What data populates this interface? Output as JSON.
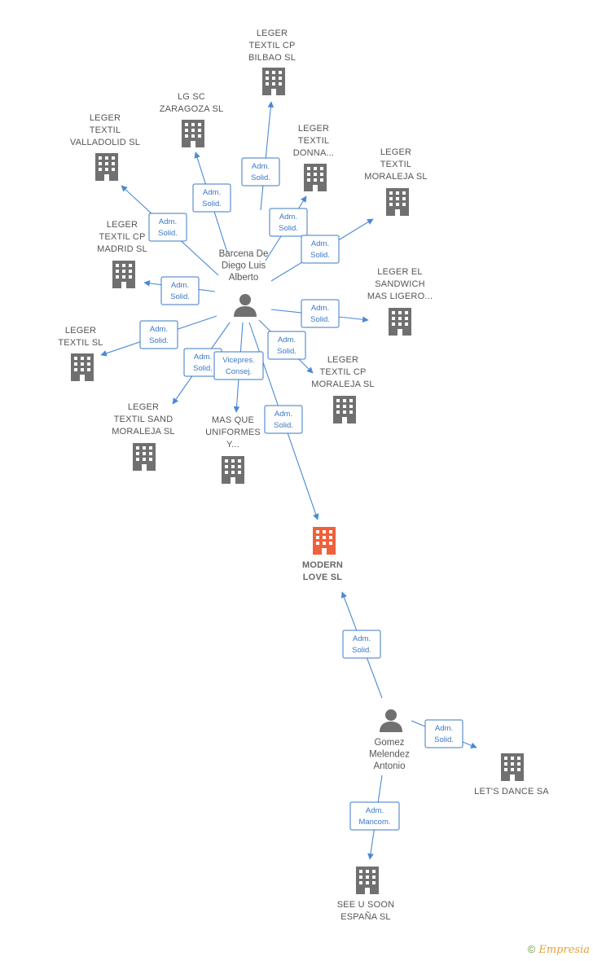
{
  "colors": {
    "edge": "#4a8ad6",
    "role": "#3a78c4",
    "building": "#707070",
    "focus": "#f0603a",
    "person": "#707070"
  },
  "companies": [
    {
      "id": "bilbao",
      "label": [
        "LEGER",
        "TEXTIL CP",
        "BILBAO SL"
      ],
      "icon": "building-icon"
    },
    {
      "id": "zaragoza",
      "label": [
        "LG SC",
        "ZARAGOZA SL"
      ],
      "icon": "building-icon"
    },
    {
      "id": "valladolid",
      "label": [
        "LEGER",
        "TEXTIL",
        "VALLADOLID SL"
      ],
      "icon": "building-icon"
    },
    {
      "id": "donna",
      "label": [
        "LEGER",
        "TEXTIL",
        "DONNA..."
      ],
      "icon": "building-icon"
    },
    {
      "id": "moraleja",
      "label": [
        "LEGER",
        "TEXTIL",
        "MORALEJA SL"
      ],
      "icon": "building-icon"
    },
    {
      "id": "madrid",
      "label": [
        "LEGER",
        "TEXTIL CP",
        "MADRID SL"
      ],
      "icon": "building-icon"
    },
    {
      "id": "sandwich",
      "label": [
        "LEGER EL",
        "SANDWICH",
        "MAS LIGERO..."
      ],
      "icon": "building-icon"
    },
    {
      "id": "textilsl",
      "label": [
        "LEGER",
        "TEXTIL SL"
      ],
      "icon": "building-icon"
    },
    {
      "id": "cpmoraleja",
      "label": [
        "LEGER",
        "TEXTIL CP",
        "MORALEJA SL"
      ],
      "icon": "building-icon"
    },
    {
      "id": "sandmoraleja",
      "label": [
        "LEGER",
        "TEXTIL SAND",
        "MORALEJA SL"
      ],
      "icon": "building-icon"
    },
    {
      "id": "uniformes",
      "label": [
        "MAS QUE",
        "UNIFORMES",
        "Y..."
      ],
      "icon": "building-icon"
    },
    {
      "id": "modern",
      "label": [
        "MODERN",
        "LOVE SL"
      ],
      "icon": "building-icon",
      "focus": true
    },
    {
      "id": "letsdance",
      "label": [
        "LET'S DANCE SA"
      ],
      "icon": "building-icon"
    },
    {
      "id": "seeu",
      "label": [
        "SEE U SOON",
        "ESPAÑA SL"
      ],
      "icon": "building-icon"
    }
  ],
  "persons": [
    {
      "id": "barcena",
      "label": [
        "Barcena De",
        "Diego Luis",
        "Alberto"
      ],
      "icon": "person-icon"
    },
    {
      "id": "gomez",
      "label": [
        "Gomez",
        "Melendez",
        "Antonio"
      ],
      "icon": "person-icon"
    }
  ],
  "relations": [
    {
      "from": "barcena",
      "to": "bilbao",
      "role": [
        "Adm.",
        "Solid."
      ]
    },
    {
      "from": "barcena",
      "to": "zaragoza",
      "role": [
        "Adm.",
        "Solid."
      ]
    },
    {
      "from": "barcena",
      "to": "valladolid",
      "role": [
        "Adm.",
        "Solid."
      ]
    },
    {
      "from": "barcena",
      "to": "donna",
      "role": [
        "Adm.",
        "Solid."
      ]
    },
    {
      "from": "barcena",
      "to": "moraleja",
      "role": [
        "Adm.",
        "Solid."
      ]
    },
    {
      "from": "barcena",
      "to": "madrid",
      "role": [
        "Adm.",
        "Solid."
      ]
    },
    {
      "from": "barcena",
      "to": "sandwich",
      "role": [
        "Adm.",
        "Solid."
      ]
    },
    {
      "from": "barcena",
      "to": "textilsl",
      "role": [
        "Adm.",
        "Solid."
      ]
    },
    {
      "from": "barcena",
      "to": "cpmoraleja",
      "role": [
        "Adm.",
        "Solid."
      ]
    },
    {
      "from": "barcena",
      "to": "sandmoraleja",
      "role": [
        "Adm.",
        "Solid."
      ]
    },
    {
      "from": "barcena",
      "to": "uniformes",
      "role": [
        "Vicepres.",
        "Consej."
      ]
    },
    {
      "from": "barcena",
      "to": "modern",
      "role": [
        "Adm.",
        "Solid."
      ]
    },
    {
      "from": "gomez",
      "to": "modern",
      "role": [
        "Adm.",
        "Solid."
      ]
    },
    {
      "from": "gomez",
      "to": "letsdance",
      "role": [
        "Adm.",
        "Solid."
      ]
    },
    {
      "from": "gomez",
      "to": "seeu",
      "role": [
        "Adm.",
        "Mancom."
      ]
    }
  ],
  "footer": {
    "copyright": "©",
    "brand": "Empresia"
  }
}
